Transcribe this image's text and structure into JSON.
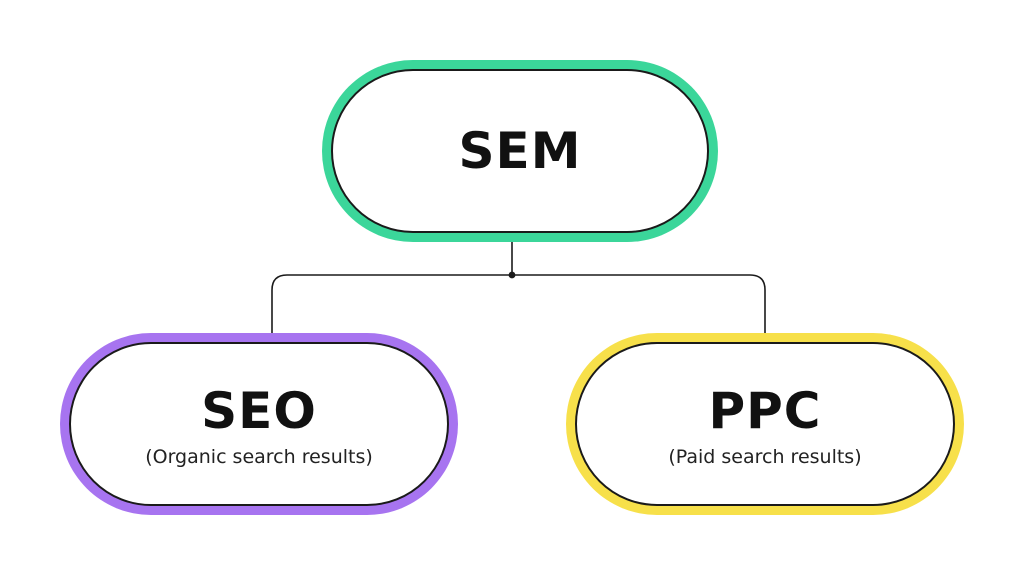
{
  "diagram": {
    "root": {
      "label": "SEM",
      "ring_color": "#3bd69a"
    },
    "children": [
      {
        "label": "SEO",
        "sublabel": "(Organic search results)",
        "ring_color": "#a774f0"
      },
      {
        "label": "PPC",
        "sublabel": "(Paid search results)",
        "ring_color": "#f7e04a"
      }
    ],
    "line_color": "#1a1a1a"
  }
}
